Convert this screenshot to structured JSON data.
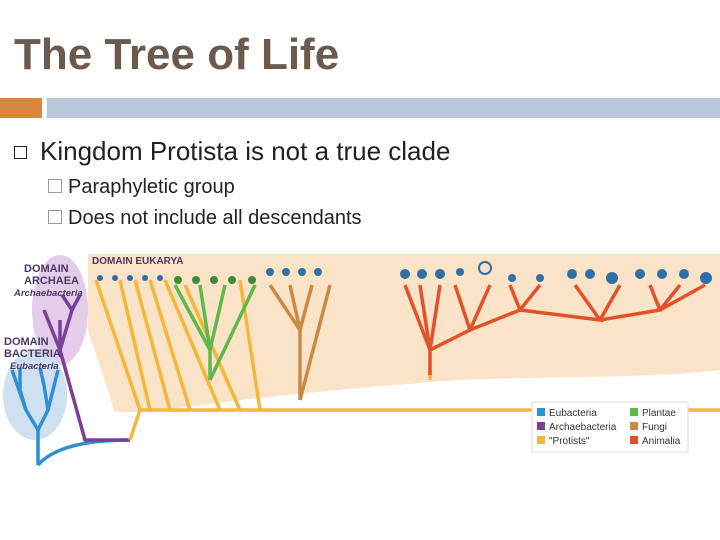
{
  "slide": {
    "title": "The Tree of Life",
    "bullet": "Kingdom Protista is not a true clade",
    "subbullets": [
      "Paraphyletic group",
      "Does not include all descendants"
    ]
  },
  "diagram": {
    "labels": {
      "eukarya": "DOMAIN EUKARYA",
      "archaea_1": "DOMAIN",
      "archaea_2": "ARCHAEA",
      "archaea_3": "Archaebacteria",
      "bacteria_1": "DOMAIN",
      "bacteria_2": "BACTERIA",
      "bacteria_3": "Eubacteria"
    },
    "legend": [
      {
        "label": "Eubacteria",
        "color": "#2f8fd0"
      },
      {
        "label": "Archaebacteria",
        "color": "#7b3f98"
      },
      {
        "label": "\"Protists\"",
        "color": "#f3b73a"
      },
      {
        "label": "Plantae",
        "color": "#5fb84a"
      },
      {
        "label": "Fungi",
        "color": "#c98a45"
      },
      {
        "label": "Animalia",
        "color": "#e3512a"
      }
    ]
  }
}
